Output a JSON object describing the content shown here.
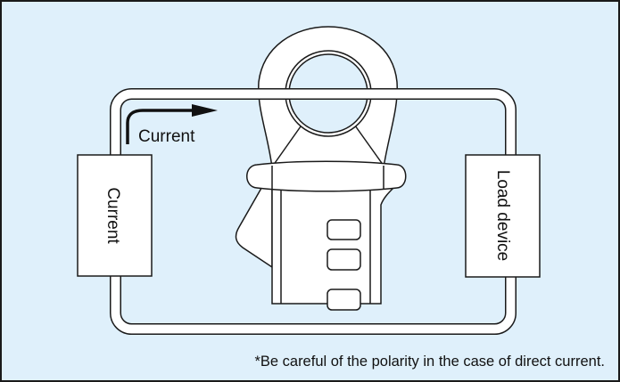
{
  "diagram": {
    "current_arrow_label": "Current",
    "source_box_label": "Current",
    "load_box_label": "Load device",
    "footnote": "*Be careful of the polarity in the case of direct current."
  },
  "colors": {
    "background": "#dff0fb",
    "stroke": "#1a1a1a",
    "fill": "#ffffff"
  }
}
